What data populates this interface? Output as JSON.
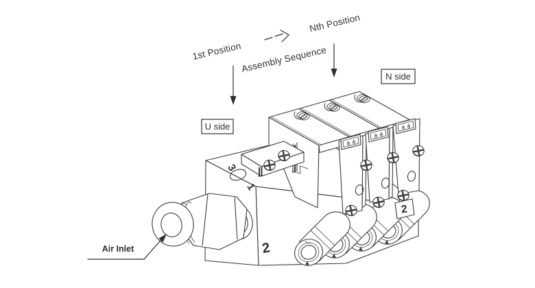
{
  "diagram": {
    "title_context": "Valve manifold assembly diagram",
    "annotations": {
      "first_position": "1st Position",
      "assembly_sequence": "Assembly Sequence",
      "nth_position": "Nth Position",
      "n_side": "N side",
      "u_side": "U side",
      "air_inlet": "Air Inlet"
    },
    "port_markings": {
      "port_3": "3",
      "port_1": "1",
      "port_2_front": "2",
      "port_2_station": "2"
    },
    "colors": {
      "line": "#3a3a3a",
      "text": "#2f2f2f",
      "background": "#ffffff"
    }
  }
}
